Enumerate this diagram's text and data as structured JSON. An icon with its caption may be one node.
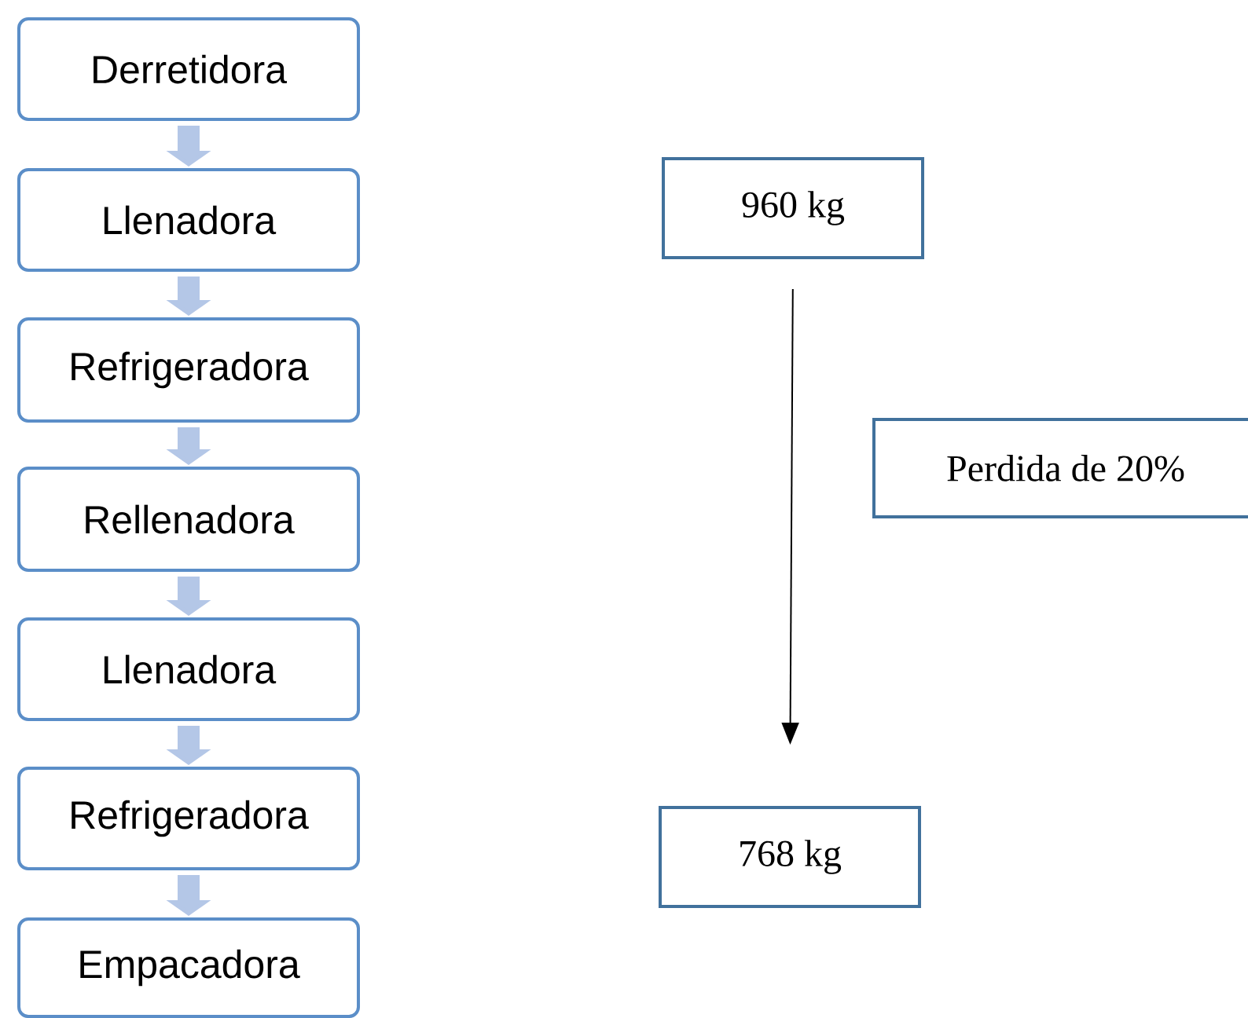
{
  "diagram": {
    "nodes": [
      {
        "text": [
          "Derretidora"
        ]
      },
      {
        "text": [
          "Llenadora"
        ]
      },
      {
        "text": [
          "Refrigeradora"
        ]
      },
      {
        "text": [
          "Rellenadora"
        ]
      },
      {
        "text": [
          "Llenadora"
        ]
      },
      {
        "text": [
          "Refrigeradora"
        ]
      },
      {
        "text": [
          "Empacadora"
        ]
      },
      {
        "text": [
          "960 kg"
        ]
      },
      {
        "text": [
          "768 kg"
        ]
      },
      {
        "text": [
          "Perdida de 20%"
        ]
      }
    ],
    "edges": [
      {
        "from": 0,
        "to": 1,
        "arrow": "to"
      },
      {
        "from": 1,
        "to": 2,
        "arrow": "to"
      },
      {
        "from": 2,
        "to": 3,
        "arrow": "to"
      },
      {
        "from": 3,
        "to": 4,
        "arrow": "to"
      },
      {
        "from": 4,
        "to": 5,
        "arrow": "to"
      },
      {
        "from": 5,
        "to": 6,
        "arrow": "to"
      },
      {
        "from": 7,
        "to": 8,
        "arrow": "to",
        "color": "#000000"
      }
    ]
  }
}
